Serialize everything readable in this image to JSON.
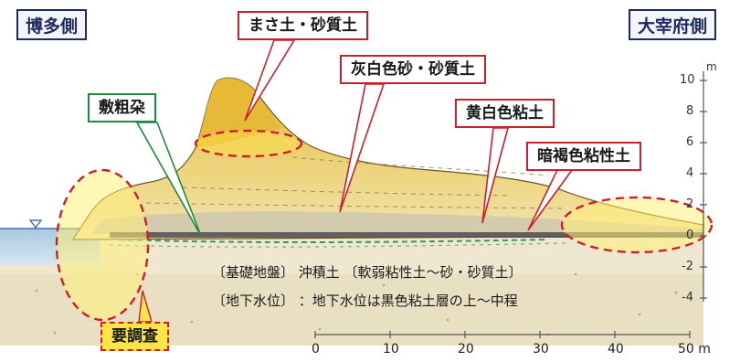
{
  "headers": {
    "left": "博多側",
    "right": "大宰府側"
  },
  "callouts": {
    "masa": "まさ土・砂質土",
    "kaihaku": "灰白色砂・砂質土",
    "shikisoda": "敷粗朶",
    "ouhaku": "黄白色粘土",
    "ankatsu": "暗褐色粘性土",
    "youchousa": "要調査"
  },
  "notes": {
    "basement": "〔基礎地盤〕 沖積土 〔軟弱粘性土～砂・砂質土〕",
    "groundwater": "〔地下水位〕 ：地下水位は黒色粘土層の上～中程"
  },
  "y_axis": {
    "unit": "m",
    "ticks": [
      "10",
      "8",
      "6",
      "4",
      "2",
      "0",
      "-2",
      "-4"
    ]
  },
  "x_axis": {
    "unit": "m",
    "ticks": [
      "0",
      "10",
      "20",
      "30",
      "40",
      "50 m"
    ]
  },
  "colors": {
    "accent_red": "#cc1f2a",
    "accent_green": "#1f8a3c",
    "header_navy": "#1d2a5c",
    "embankment_yellow": "#e7c24a",
    "embankment_pale": "#f1dfa0",
    "water_blue": "#b9d3e6",
    "highlight_yellow": "#fff07a"
  }
}
